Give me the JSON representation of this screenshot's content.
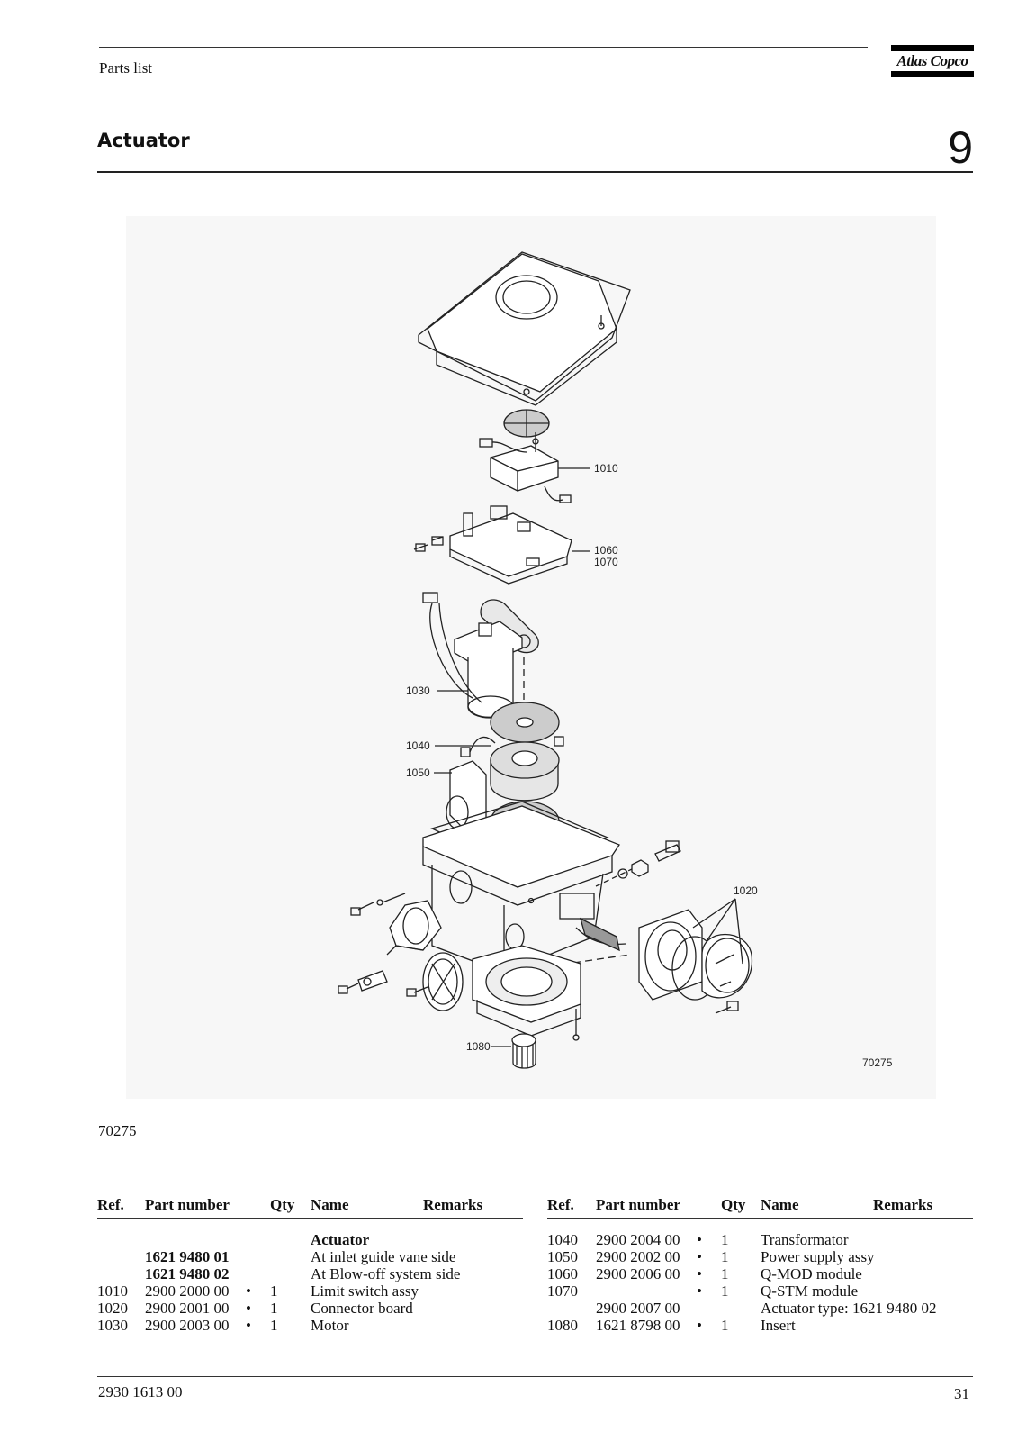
{
  "header": {
    "section_label": "Parts list",
    "logo_text": "Atlas Copco"
  },
  "title": "Actuator",
  "chapter_number": "9",
  "figure": {
    "drawing_number": "70275",
    "caption": "70275",
    "callouts": [
      "1010",
      "1060",
      "1070",
      "1030",
      "1040",
      "1050",
      "1020",
      "1080"
    ]
  },
  "table_headers": {
    "ref": "Ref.",
    "part_number": "Part number",
    "qty": "Qty",
    "name": "Name",
    "remarks": "Remarks"
  },
  "parts_left": [
    {
      "ref": "",
      "part_number": "",
      "bullet": "",
      "qty": "",
      "name": "Actuator",
      "bold_name": true,
      "bold_part": false
    },
    {
      "ref": "",
      "part_number": "1621 9480 01",
      "bullet": "",
      "qty": "",
      "name": "At inlet guide vane side",
      "bold_name": false,
      "bold_part": true
    },
    {
      "ref": "",
      "part_number": "1621 9480 02",
      "bullet": "",
      "qty": "",
      "name": "At Blow-off system side",
      "bold_name": false,
      "bold_part": true
    },
    {
      "ref": "1010",
      "part_number": "2900 2000 00",
      "bullet": "•",
      "qty": "1",
      "name": "Limit switch assy",
      "bold_name": false,
      "bold_part": false
    },
    {
      "ref": "1020",
      "part_number": "2900 2001 00",
      "bullet": "•",
      "qty": "1",
      "name": "Connector board",
      "bold_name": false,
      "bold_part": false
    },
    {
      "ref": "1030",
      "part_number": "2900 2003 00",
      "bullet": "•",
      "qty": "1",
      "name": "Motor",
      "bold_name": false,
      "bold_part": false
    }
  ],
  "parts_right": [
    {
      "ref": "1040",
      "part_number": "2900 2004 00",
      "bullet": "•",
      "qty": "1",
      "name": "Transformator"
    },
    {
      "ref": "1050",
      "part_number": "2900 2002 00",
      "bullet": "•",
      "qty": "1",
      "name": "Power supply assy"
    },
    {
      "ref": "1060",
      "part_number": "2900 2006 00",
      "bullet": "•",
      "qty": "1",
      "name": "Q-MOD module"
    },
    {
      "ref": "1070",
      "part_number": "",
      "bullet": "•",
      "qty": "1",
      "name": "Q-STM module"
    },
    {
      "ref": "",
      "part_number": "2900 2007 00",
      "bullet": "",
      "qty": "",
      "name": "Actuator type: 1621 9480 02"
    },
    {
      "ref": "1080",
      "part_number": "1621 8798 00",
      "bullet": "•",
      "qty": "1",
      "name": "Insert"
    }
  ],
  "footer": {
    "document_number": "2930 1613 00",
    "page_number": "31"
  }
}
